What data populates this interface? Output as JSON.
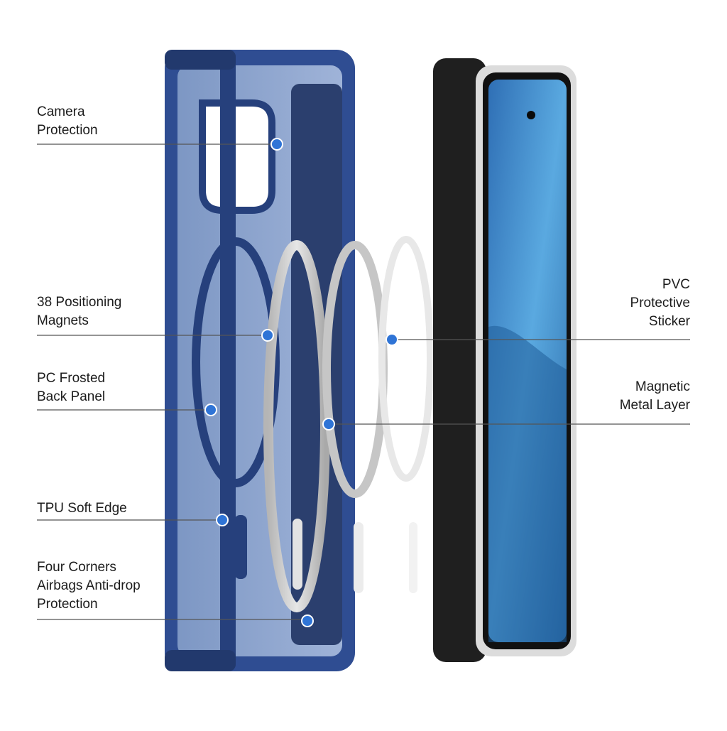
{
  "colors": {
    "accent": "#2f74d6",
    "case_blue": "#3b5aa0",
    "case_dark": "#26407c",
    "frosted_panel": "#8aa4cf",
    "ring_silver": "#c9c9c9",
    "phone_body": "#242424",
    "screen_blue": "#3f8fd0",
    "leader_line": "#555555"
  },
  "callouts": [
    {
      "id": "camera-protection",
      "text": "Camera\nProtection"
    },
    {
      "id": "positioning-magnets",
      "text": "38 Positioning\nMagnets"
    },
    {
      "id": "frosted-back-panel",
      "text": "PC Frosted\nBack Panel"
    },
    {
      "id": "tpu-soft-edge",
      "text": "TPU Soft Edge"
    },
    {
      "id": "corner-airbags",
      "text": "Four Corners\nAirbags Anti-drop\nProtection"
    },
    {
      "id": "pvc-sticker",
      "text": "PVC\nProtective\nSticker"
    },
    {
      "id": "magnetic-metal-layer",
      "text": "Magnetic\nMetal Layer"
    }
  ]
}
